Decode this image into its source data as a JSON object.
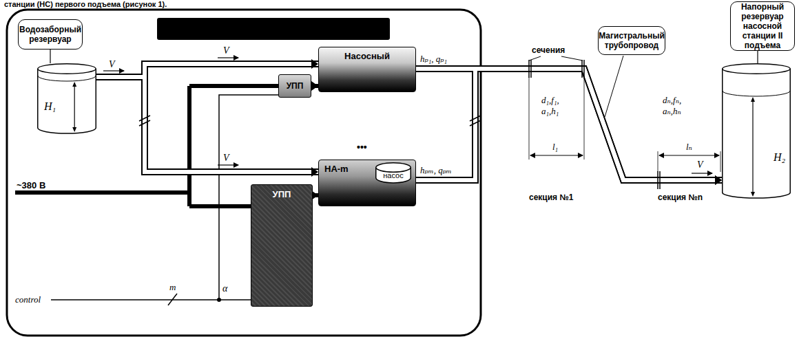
{
  "diagram": {
    "nodes": [
      {
        "text": [
          "Водозаборный резервуар"
        ]
      },
      {
        "text": [
          "H₁"
        ]
      },
      {
        "text": [
          "Насосный"
        ]
      },
      {
        "text": [
          "УПП"
        ]
      },
      {
        "text": [
          "НА-m"
        ]
      },
      {
        "text": [
          "насос"
        ],
        "in": 4
      },
      {
        "text": [
          "УПП"
        ]
      },
      {
        "text": [
          "Магистральный трубопровод"
        ]
      },
      {
        "text": [
          "Напорный резервуар насосной станции II подъема"
        ]
      },
      {
        "text": [
          "H₂"
        ]
      }
    ],
    "edges": [
      {
        "from": 0,
        "to": 1,
        "arrow": "none"
      },
      {
        "from": 1,
        "to": 2,
        "arrow": "to",
        "label": "V"
      },
      {
        "from": 1,
        "to": 4,
        "arrow": "to",
        "label": "V"
      },
      {
        "from": 3,
        "to": 2,
        "arrow": "to"
      },
      {
        "from": 6,
        "to": 4,
        "arrow": "to"
      },
      {
        "from": 2,
        "to": 9,
        "arrow": "to"
      },
      {
        "from": 4,
        "to": 9,
        "arrow": "to"
      },
      {
        "from": 8,
        "to": 9,
        "arrow": "none"
      }
    ],
    "labels": [
      "станции (НС) первого подъема (рисунок 1).",
      "V",
      "hₚ₁, qₚ₁",
      "•••",
      "hₚₘ, qₚₘ",
      "~380 В",
      "control",
      "m",
      "α",
      "сечения",
      "d₁,f₁, a₁,h₁",
      "l₁",
      "секция №1",
      "dₙ,fₙ, aₙ,hₙ",
      "lₙ",
      "секция №n",
      "V"
    ]
  }
}
